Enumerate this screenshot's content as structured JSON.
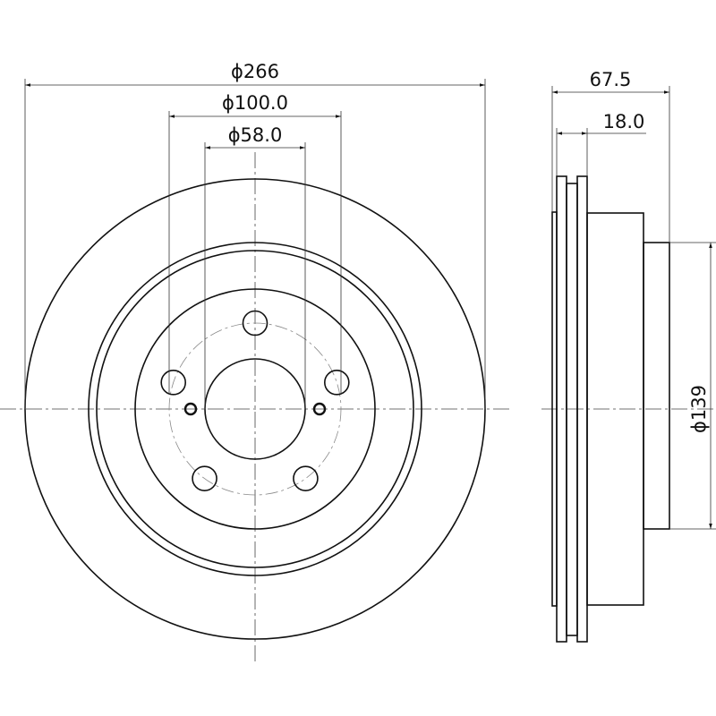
{
  "drawing": {
    "front_view": {
      "outer_diameter_label": "ϕ266",
      "bolt_circle_label": "ϕ100.0",
      "center_bore_label": "ϕ58.0",
      "bolt_hole_count": 5
    },
    "side_view": {
      "total_height_label": "67.5",
      "thickness_label": "18.0",
      "hub_diameter_label": "ϕ139"
    }
  }
}
